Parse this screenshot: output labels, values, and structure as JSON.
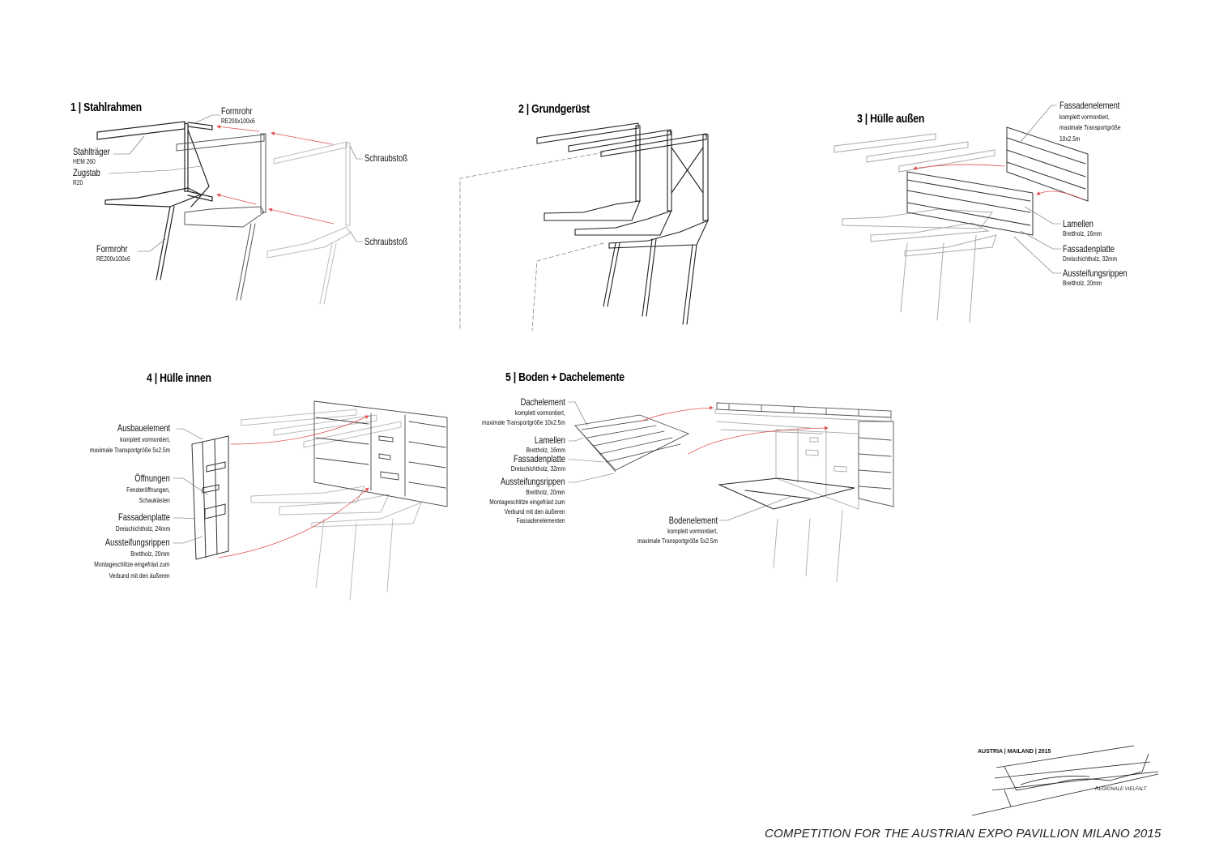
{
  "steps": [
    {
      "number": "1",
      "title": "1 | Stahlrahmen",
      "labels": [
        {
          "main": "Formrohr",
          "sub": "RE200x100x6"
        },
        {
          "main": "Stahlträger",
          "sub": "HEM 260"
        },
        {
          "main": "Zugstab",
          "sub": "R20"
        },
        {
          "main": "Formrohr",
          "sub": "RE200x100x6"
        },
        {
          "main": "Schraubstoß",
          "sub": ""
        },
        {
          "main": "Schraubstoß",
          "sub": ""
        }
      ]
    },
    {
      "number": "2",
      "title": "2 | Grundgerüst",
      "labels": []
    },
    {
      "number": "3",
      "title": "3 | Hülle außen",
      "labels": [
        {
          "main": "Fassadenelement",
          "sub": [
            "komplett vormontiert,",
            "maximale Transportgröße",
            "10x2.5m"
          ]
        },
        {
          "main": "Lamellen",
          "sub": [
            "Brettholz, 16mm"
          ]
        },
        {
          "main": "Fassadenplatte",
          "sub": [
            "Dreischichtholz, 32mm"
          ]
        },
        {
          "main": "Aussteifungsrippen",
          "sub": [
            "Brettholz, 20mm"
          ]
        }
      ]
    },
    {
      "number": "4",
      "title": "4 | Hülle innen",
      "labels": [
        {
          "main": "Ausbauelement",
          "sub": [
            "komplett vormontiert,",
            "maximale Transportgröße 5x2.5m"
          ]
        },
        {
          "main": "Öffnungen",
          "sub": [
            "Fensteröffnungen,",
            "Schaukästen"
          ]
        },
        {
          "main": "Fassadenplatte",
          "sub": [
            "Dreischichtholz, 24mm"
          ]
        },
        {
          "main": "Aussteifungsrippen",
          "sub": [
            "Brettholz, 20mm",
            "Montageschlitze eingefräst zum",
            "Verbund mit den äußeren"
          ]
        }
      ]
    },
    {
      "number": "5",
      "title": "5 | Boden + Dachelemente",
      "labels": [
        {
          "main": "Dachelement",
          "sub": [
            "komplett vormontiert,",
            "maximale Transportgröße 10x2.5m"
          ]
        },
        {
          "main": "Lamellen",
          "sub": [
            "Brettholz, 16mm"
          ]
        },
        {
          "main": "Fassadenplatte",
          "sub": [
            "Dreischichtholz, 32mm"
          ]
        },
        {
          "main": "Aussteifungsrippen",
          "sub": [
            "Brettholz, 20mm",
            "Montageschlitze eingefräst zum",
            "Verbund mit den äußeren",
            "Fassadenelementen"
          ]
        },
        {
          "main": "Bodenelement",
          "sub": [
            "komplett vormontiert,",
            "maximale Transportgröße 5x2.5m"
          ]
        }
      ]
    }
  ],
  "logo": {
    "title": "AUSTRIA | MAILAND | 2015",
    "subtitle": "REGIONALE VIELFALT"
  },
  "footer": {
    "title": "COMPETITION FOR THE AUSTRIAN EXPO PAVILLION MILANO 2015"
  },
  "colors": {
    "line": "#222222",
    "ghost": "#bdbdbd",
    "arrow": "#e05050"
  }
}
